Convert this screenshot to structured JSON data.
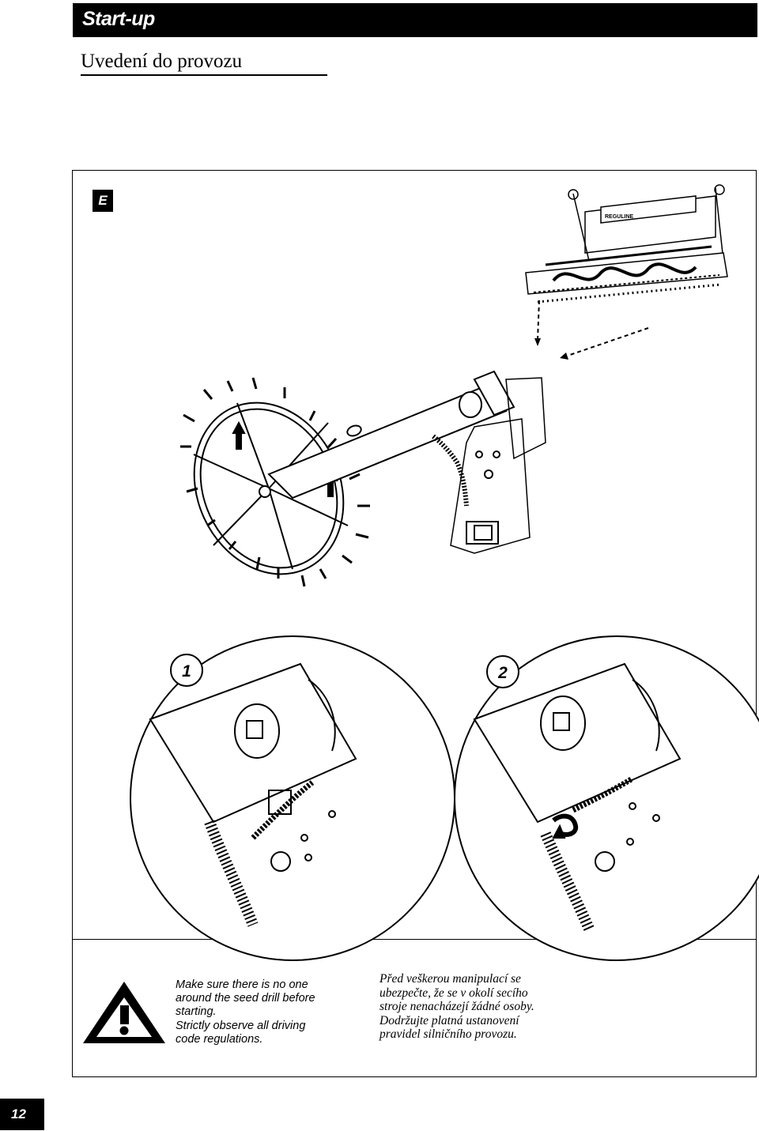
{
  "header": {
    "title": "Start-up"
  },
  "subtitle": "Uvedení do provozu",
  "section_label": "E",
  "machine_brand": "REGULINE",
  "detail_labels": {
    "left": "1",
    "right": "2"
  },
  "warning": {
    "icon": "warning-triangle-icon",
    "english": [
      "Make sure there is no one",
      "around the seed drill before",
      "starting.",
      "Strictly observe all driving",
      "code regulations."
    ],
    "czech": [
      "Před veškerou manipulací se",
      "ubezpečte, že se v okolí secího",
      "stroje nenacházejí žádné osoby.",
      "Dodržujte platná ustanovení",
      "pravidel silničního provozu."
    ]
  },
  "page_number": "12"
}
